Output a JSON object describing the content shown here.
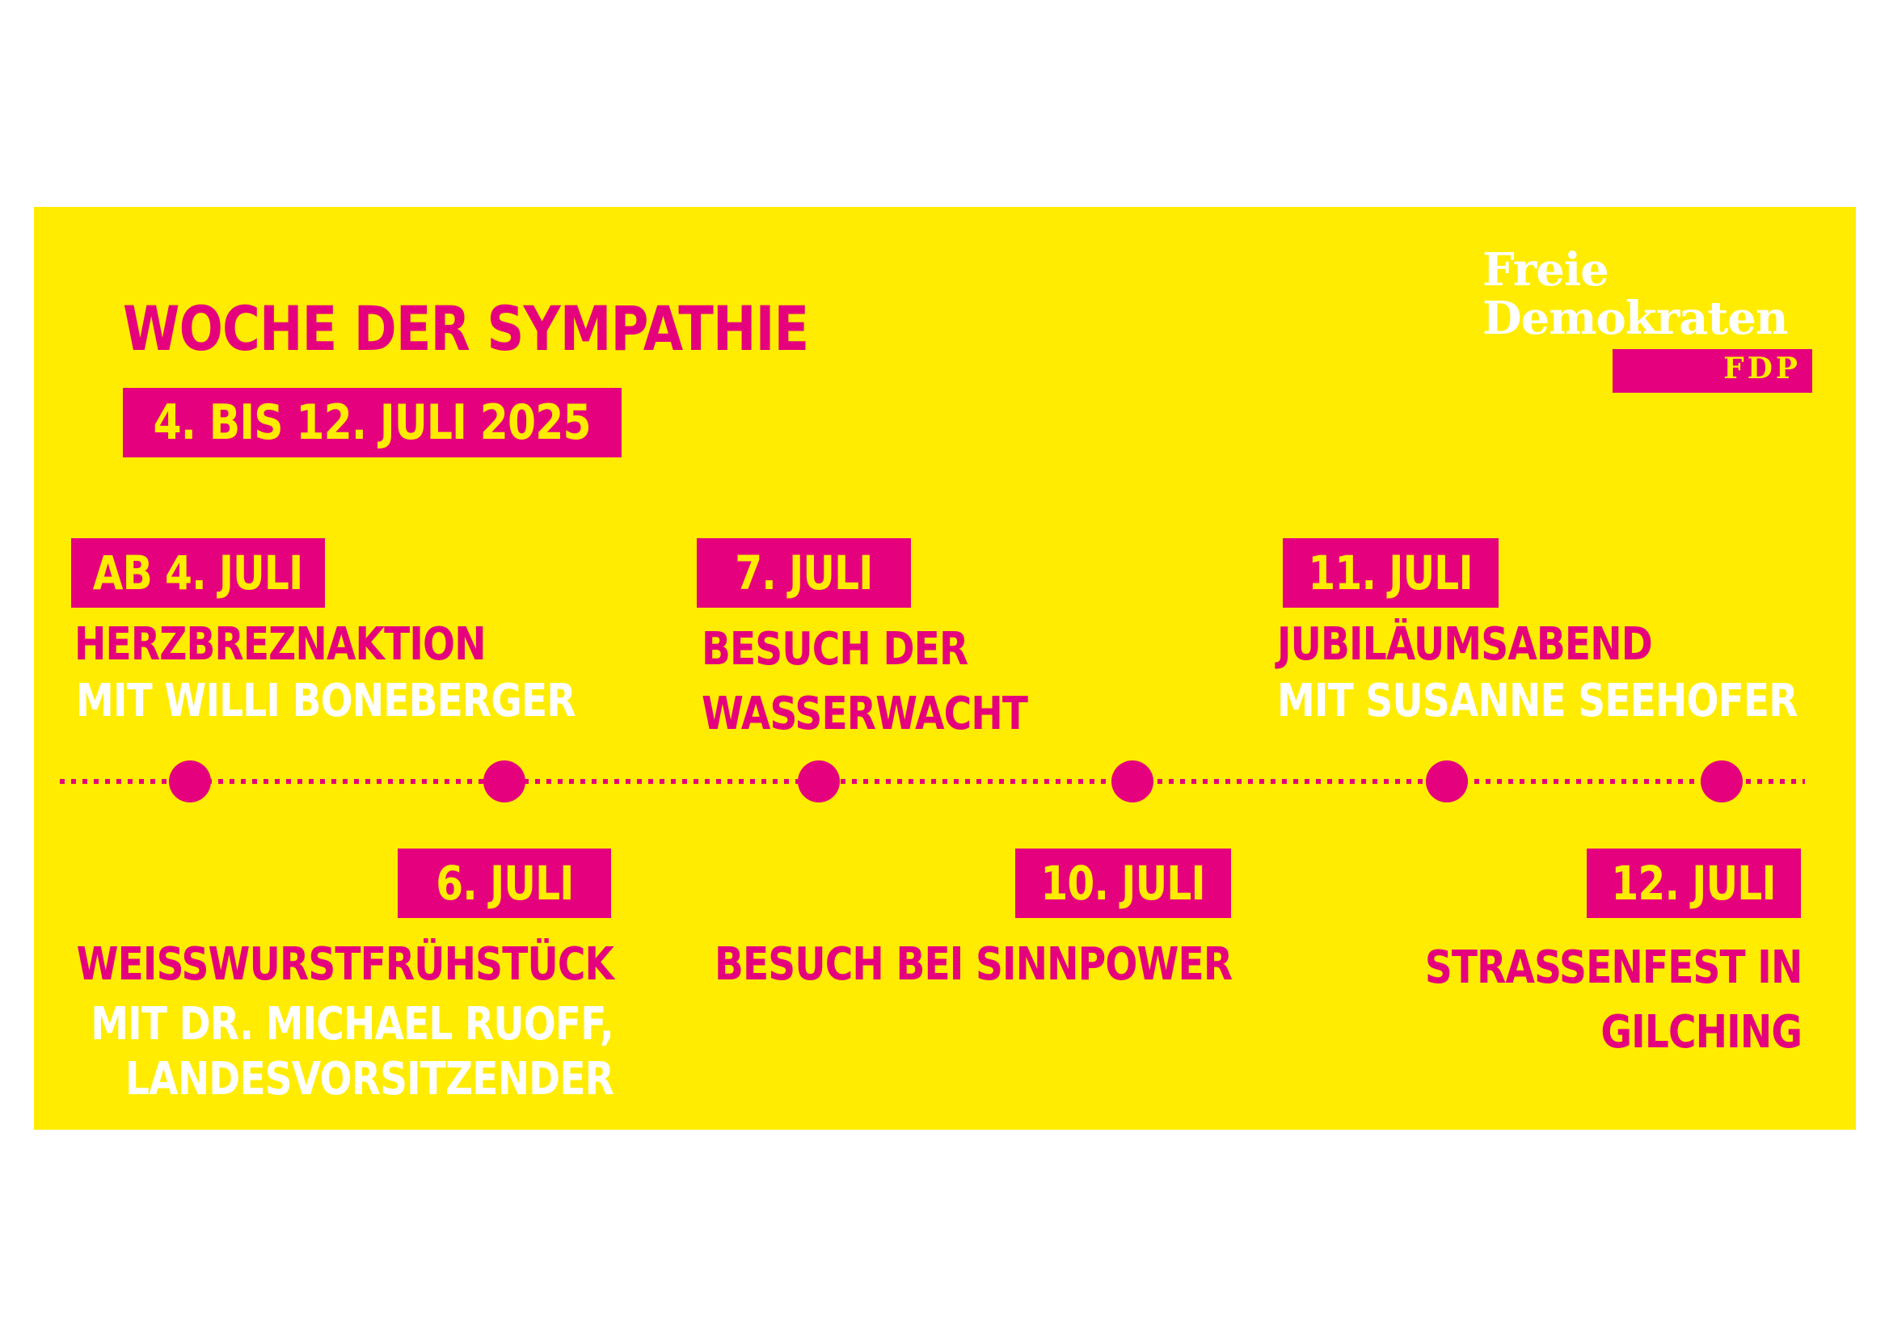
{
  "title": "WOCHE DER SYMPATHIE",
  "date_range": "4. BIS 12. JULI 2025",
  "logo": {
    "line1": "Freie",
    "line2": "Demokraten",
    "abbr": "FDP"
  },
  "colors": {
    "background": "#FFEC00",
    "accent": "#E5007D",
    "secondary_text": "#FFFFFF"
  },
  "events_top": [
    {
      "date": "AB 4. JULI",
      "line1": "HERZBREZNAKTION",
      "line2": "MIT WILLI BONEBERGER"
    },
    {
      "date": "7. JULI",
      "line1": "BESUCH DER",
      "line2": "WASSERWACHT"
    },
    {
      "date": "11. JULI",
      "line1": "JUBILÄUMSABEND",
      "line2": "MIT SUSANNE SEEHOFER"
    }
  ],
  "events_bottom": [
    {
      "date": "6. JULI",
      "line1": "WEISSWURSTFRÜHSTÜCK",
      "line2": "MIT DR. MICHAEL RUOFF,",
      "line3": "LANDESVORSITZENDER"
    },
    {
      "date": "10. JULI",
      "line1": "BESUCH BEI SINNPOWER"
    },
    {
      "date": "12. JULI",
      "line1": "STRASSENFEST IN",
      "line2": "GILCHING"
    }
  ]
}
